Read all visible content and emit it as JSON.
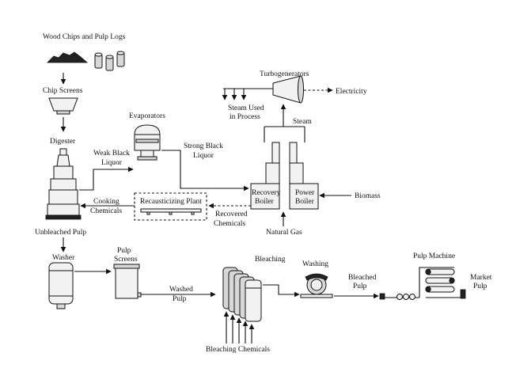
{
  "labels": {
    "wood_chips": "Wood Chips and Pulp Logs",
    "chip_screens": "Chip Screens",
    "digester": "Digester",
    "weak_black_liquor_1": "Weak Black",
    "weak_black_liquor_2": "Liquor",
    "evaporators": "Evaporators",
    "strong_black_liquor_1": "Strong Black",
    "strong_black_liquor_2": "Liquor",
    "turbogenerators": "Turbogenerators",
    "electricity": "Electricity",
    "steam_used_1": "Steam Used",
    "steam_used_2": "in Process",
    "steam": "Steam",
    "recovery_boiler_1": "Recovery",
    "recovery_boiler_2": "Boiler",
    "power_boiler_1": "Power",
    "power_boiler_2": "Boiler",
    "biomass": "Biomass",
    "recausticizing_plant": "Recausticizing Plant",
    "cooking_chemicals_1": "Cooking",
    "cooking_chemicals_2": "Chemicals",
    "recovered_chemicals_1": "Recovered",
    "recovered_chemicals_2": "Chemicals",
    "natural_gas": "Natural Gas",
    "unbleached_pulp": "Unbleached Pulp",
    "washer": "Washer",
    "pulp_screens_1": "Pulp",
    "pulp_screens_2": "Screens",
    "washed_pulp_1": "Washed",
    "washed_pulp_2": "Pulp",
    "bleaching": "Bleaching",
    "bleaching_chemicals": "Bleaching Chemicals",
    "washing": "Washing",
    "bleached_pulp_1": "Bleached",
    "bleached_pulp_2": "Pulp",
    "pulp_machine": "Pulp Machine",
    "market_pulp_1": "Market",
    "market_pulp_2": "Pulp"
  }
}
